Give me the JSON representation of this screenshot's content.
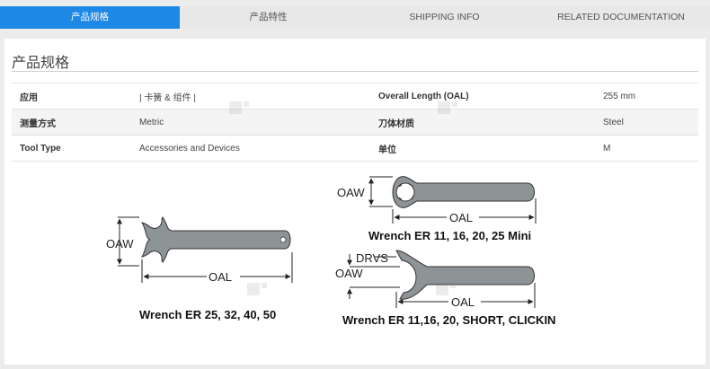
{
  "tabs": [
    {
      "label": "产品规格",
      "active": true
    },
    {
      "label": "产品特性",
      "active": false
    },
    {
      "label": "SHIPPING INFO",
      "active": false
    },
    {
      "label": "RELATED DOCUMENTATION",
      "active": false
    }
  ],
  "section_title": "产品规格",
  "specs": [
    {
      "label1": "应用",
      "value1": "| 卡簧 & 组件 |",
      "label2": "Overall Length (OAL)",
      "value2": "255 mm"
    },
    {
      "label1": "测量方式",
      "value1": "Metric",
      "label2": "刀体材质",
      "value2": "Steel"
    },
    {
      "label1": "Tool Type",
      "value1": "Accessories and Devices",
      "label2": "单位",
      "value2": "M"
    }
  ],
  "drawing": {
    "oaw": "OAW",
    "oal": "OAL",
    "drvs": "DRVS",
    "caption_left": "Wrench ER 25, 32, 40, 50",
    "caption_top_right": "Wrench ER 11, 16, 20, 25 Mini",
    "caption_bottom_right": "Wrench ER 11,16, 20, SHORT, CLICKIN"
  },
  "colors": {
    "accent": "#1e88e5",
    "wrench_fill": "#8d9496"
  }
}
